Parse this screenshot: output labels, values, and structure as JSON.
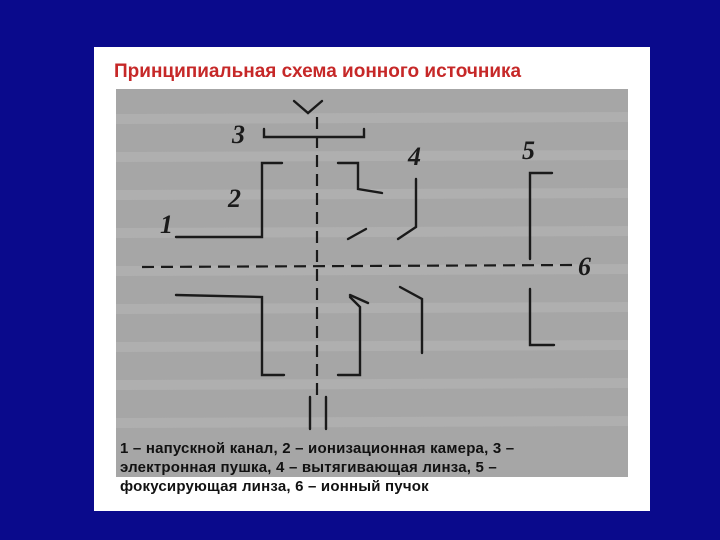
{
  "title": "Принципиальная схема ионного источника",
  "labels": {
    "l1": "1",
    "l2": "2",
    "l3": "3",
    "l4": "4",
    "l5": "5",
    "l6": "6"
  },
  "caption": {
    "line1": "1 – напускной канал, 2 – ионизационная камера, 3 –",
    "line2": "электронная пушка, 4 – вытягивающая линза, 5 –",
    "line3": "фокусирующая линза, 6 – ионный пучок"
  },
  "colors": {
    "background": "#0a0a8c",
    "title": "#c62828",
    "photo": "#a6a6a6",
    "ink": "#1a1a1a"
  }
}
